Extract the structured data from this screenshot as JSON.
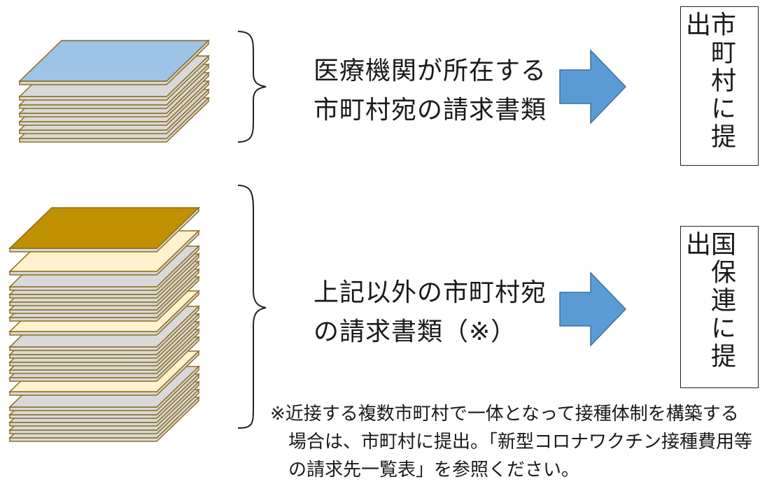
{
  "groups": [
    {
      "label_lines": [
        "医療機関が所在する",
        "市町村宛の請求書類"
      ],
      "destination": "市町村に提出"
    },
    {
      "label_lines": [
        "上記以外の市町村宛",
        "の請求書類（※）"
      ],
      "destination": "国保連に提出"
    }
  ],
  "note_lines": [
    "※近接する複数市町村で一体となって接種体制を構築する",
    "場合は、市町村に提出。「新型コロナワクチン接種費用等",
    "の請求先一覧表」を参照ください。"
  ],
  "colors": {
    "paper_grey": "#d9d9d9",
    "paper_edge": "#8c6d1f",
    "top_blue": "#9dc3e6",
    "top_dark_gold": "#bf9000",
    "cream": "#fff2cc",
    "arrow_fill": "#5b9bd5",
    "arrow_stroke": "#41719c"
  }
}
